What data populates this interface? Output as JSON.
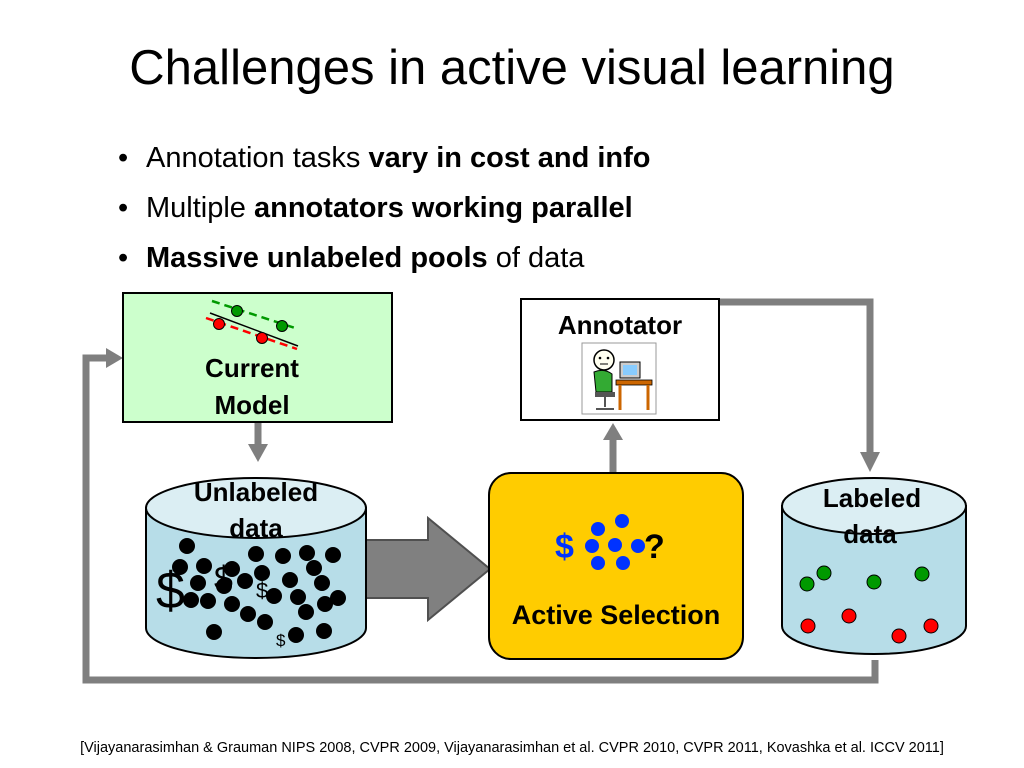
{
  "title": "Challenges in active visual learning",
  "bullets": [
    {
      "plain_before": "Annotation tasks ",
      "bold": "vary in cost and info",
      "plain_after": ""
    },
    {
      "plain_before": "Multiple ",
      "bold": "annotators working parallel",
      "plain_after": ""
    },
    {
      "plain_before": "",
      "bold": "Massive unlabeled pools",
      "plain_after": " of data"
    }
  ],
  "diagram": {
    "current_model": {
      "line1": "Current",
      "line2": "Model"
    },
    "annotator": {
      "label": "Annotator"
    },
    "unlabeled": {
      "line1": "Unlabeled",
      "line2": "data",
      "symbols": [
        "$",
        "$",
        "$",
        "$"
      ]
    },
    "active_selection": {
      "label": "Active Selection",
      "dollar": "$",
      "question": "?"
    },
    "labeled": {
      "line1": "Labeled",
      "line2": "data"
    }
  },
  "colors": {
    "model_fill": "#ccffcc",
    "selection_fill": "#ffcc00",
    "cylinder_fill": "#b7dde8",
    "arrow_gray": "#7f7f7f",
    "dot_blue": "#0033ff",
    "dot_green": "#009900",
    "dot_red": "#ff0000"
  },
  "citation": "[Vijayanarasimhan & Grauman NIPS 2008, CVPR 2009, Vijayanarasimhan et al. CVPR 2010, CVPR 2011, Kovashka et al. ICCV 2011]"
}
